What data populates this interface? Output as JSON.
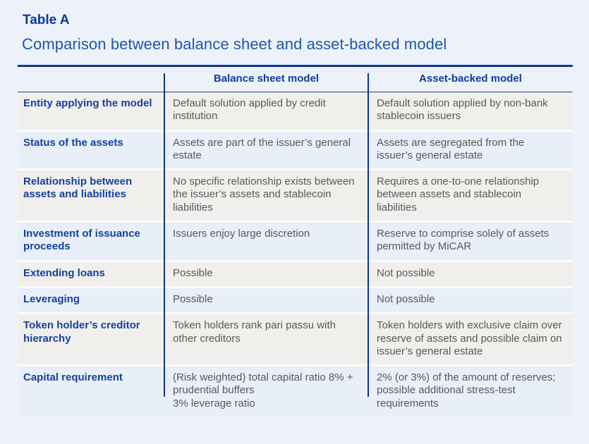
{
  "page": {
    "table_label": "Table A",
    "title": "Comparison between balance sheet and asset-backed model"
  },
  "table": {
    "headers": {
      "balance_sheet": "Balance sheet model",
      "asset_backed": "Asset-backed model"
    },
    "rows": [
      {
        "label": "Entity applying the model",
        "balance_sheet": "Default solution applied by credit institution",
        "asset_backed": "Default solution applied by non-bank stablecoin issuers"
      },
      {
        "label": "Status of the assets",
        "balance_sheet": "Assets are part of the issuer’s general estate",
        "asset_backed": "Assets are segregated from the issuer’s general estate"
      },
      {
        "label": "Relationship between assets and liabilities",
        "balance_sheet": "No specific relationship exists between the issuer’s assets and stablecoin liabilities",
        "asset_backed": "Requires a one-to-one relationship between assets and stablecoin liabilities"
      },
      {
        "label": "Investment of issuance proceeds",
        "balance_sheet": "Issuers enjoy large discretion",
        "asset_backed": "Reserve to comprise solely of assets permitted by MiCAR"
      },
      {
        "label": "Extending loans",
        "balance_sheet": "Possible",
        "asset_backed": "Not possible"
      },
      {
        "label": "Leveraging",
        "balance_sheet": "Possible",
        "asset_backed": "Not possible"
      },
      {
        "label": "Token holder’s creditor hierarchy",
        "balance_sheet": "Token holders rank pari passu with other creditors",
        "asset_backed": "Token holders with exclusive claim over reserve of assets and possible claim on issuer’s general estate"
      },
      {
        "label": "Capital requirement",
        "balance_sheet": "(Risk weighted) total capital ratio 8% + prudential buffers\n3% leverage ratio",
        "asset_backed": "2% (or 3%) of the amount of reserves; possible additional stress-test requirements"
      }
    ]
  },
  "colors": {
    "page_background": "#edf2fa",
    "navy_rule": "#0d3692",
    "divider_navy": "#0c3578",
    "table_label_navy": "#0c3a94",
    "title_blue": "#1c58ad",
    "header_text_blue": "#0d3e9d",
    "row_label_blue": "#14419e",
    "cell_text_grey": "#58595b",
    "row_odd_background": "#f1efec",
    "row_even_background": "#e8eff8",
    "row_separator": "#fafbfd"
  }
}
